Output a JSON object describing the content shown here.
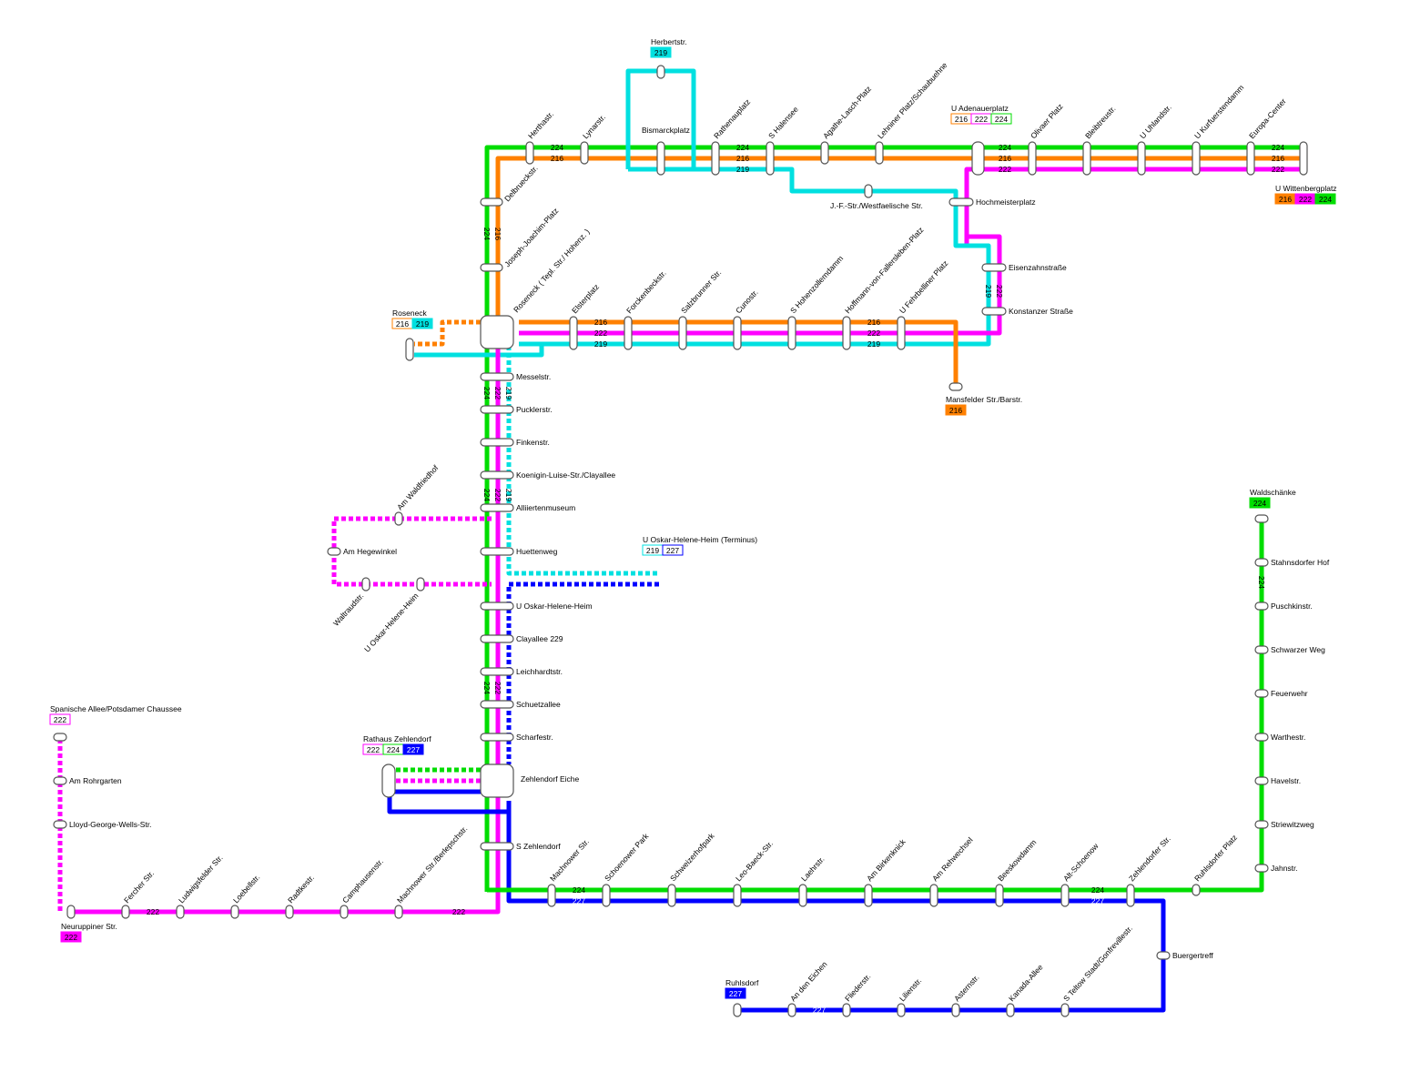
{
  "colors": {
    "216": "#ff8000",
    "219": "#00e0e0",
    "222": "#ff00ff",
    "224": "#00dd00",
    "227": "#0000ff"
  },
  "terminals": [
    {
      "name": "Herbertstr.",
      "lines": [
        "219"
      ],
      "style": "filled"
    },
    {
      "name": "U Adenauerplatz",
      "lines": [
        "216",
        "222",
        "224"
      ],
      "style": "outline"
    },
    {
      "name": "U Wittenbergplatz",
      "lines": [
        "216",
        "222",
        "224"
      ],
      "style": "filled"
    },
    {
      "name": "Roseneck",
      "lines": [
        "216",
        "219"
      ],
      "style": "mixed"
    },
    {
      "name": "Mansfelder Str./Barstr.",
      "lines": [
        "216"
      ],
      "style": "filled"
    },
    {
      "name": "U Oskar-Helene-Heim (Terminus)",
      "lines": [
        "219",
        "227"
      ],
      "style": "outline"
    },
    {
      "name": "Rathaus Zehlendorf",
      "lines": [
        "222",
        "224",
        "227"
      ],
      "style": "mixed"
    },
    {
      "name": "Spanische Allee/Potsdamer Chaussee",
      "lines": [
        "222"
      ],
      "style": "outline"
    },
    {
      "name": "Neuruppiner Str.",
      "lines": [
        "222"
      ],
      "style": "filled"
    },
    {
      "name": "Waldschänke",
      "lines": [
        "224"
      ],
      "style": "filled"
    },
    {
      "name": "Ruhlsdorf",
      "lines": [
        "227"
      ],
      "style": "filled"
    }
  ],
  "stations": {
    "top_row": [
      "Herthastr.",
      "Lynarstr.",
      "Bismarckplatz",
      "Rathenauplatz",
      "S Halensee",
      "Agathe-Lasch-Platz",
      "Lehniner Platz/Schaubuehne",
      "Olivaer Platz",
      "Bleibtreustr.",
      "U Uhlandstr.",
      "U Kurfuerstendamm",
      "Europa-Center"
    ],
    "west_column": [
      "Delbrueckstr.",
      "Joseph-Joachim-Platz"
    ],
    "roseneck_hub": "Roseneck ( Tepl. Str./ Hohenz. )",
    "mid_row": [
      "Elsterplatz",
      "Forckenbeckstr.",
      "Salzbrunner Str.",
      "Cunostr.",
      "S Hohenzollerndamm",
      "Hoffmann-von-Fallersleben-Platz",
      "U Fehrbelliner Platz"
    ],
    "east_connector": [
      "J.-F.-Str./Westfaelische Str.",
      "Hochmeisterplatz",
      "Eisenzahnstraße",
      "Konstanzer Straße"
    ],
    "clayallee": [
      "Messelstr.",
      "Pucklerstr.",
      "Finkenstr.",
      "Koenigin-Luise-Str./Clayallee",
      "Alliiertenmuseum",
      "Huettenweg",
      "U Oskar-Helene-Heim",
      "Clayallee 229",
      "Leichhardtstr.",
      "Schuetzallee",
      "Scharfestr."
    ],
    "zehlendorf": [
      "Zehlendorf Eiche",
      "S Zehlendorf"
    ],
    "branch_222_west": [
      "Am Waldfriedhof",
      "Am Hegewinkel",
      "Waltraudstr.",
      "U Oskar-Helene-Heim"
    ],
    "branch_222_south": [
      "Am Rohrgarten",
      "Lloyd-George-Wells-Str."
    ],
    "row_222_bottom": [
      "Fercher Str.",
      "Ludwigsfelder Str.",
      "Loebellstr.",
      "Radtkestr.",
      "Camphausenstr.",
      "Machnower Str./Berlepschstr."
    ],
    "bottom_row": [
      "Machnower Str.",
      "Schoenower Park",
      "Schweizerhofpark",
      "Leo-Baeck-Str.",
      "Laehrstr.",
      "Am Birkenknick",
      "Am Rehwechsel",
      "Beeskowdamm",
      "Alt-Schoenow",
      "Zehlendorfer Str.",
      "Ruhlsdorfer Platz"
    ],
    "east_224": [
      "Stahnsdorfer Hof",
      "Puschkinstr.",
      "Schwarzer Weg",
      "Feuerwehr",
      "Warthestr.",
      "Havelstr.",
      "Striewitzweg",
      "Jahnstr."
    ],
    "branch_227_south": [
      "Buergertreff"
    ],
    "row_227_bottom": [
      "An den Eichen",
      "Fliederstr.",
      "Lilienstr.",
      "Asternstr.",
      "Kanada-Allee",
      "S Teltow Stadt/Gonfrevillestr."
    ]
  },
  "line_numbers": [
    "216",
    "219",
    "222",
    "224",
    "227"
  ]
}
